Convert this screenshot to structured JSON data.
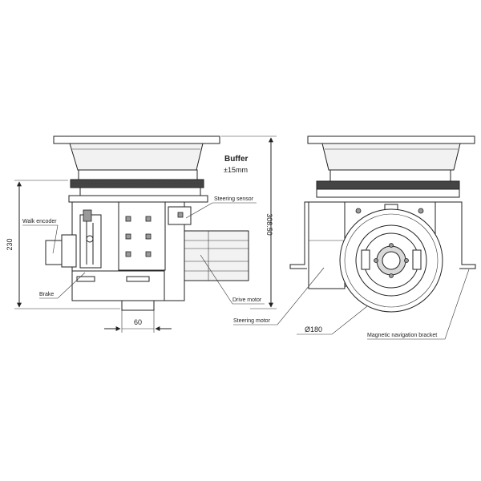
{
  "labels": {
    "buffer_title": "Buffer",
    "buffer_value": "±15mm",
    "walk_encoder": "Walk encoder",
    "brake": "Brake",
    "steering_sensor": "Steering sensor",
    "drive_motor": "Drive motor",
    "steering_motor": "Steering motor",
    "magnetic_bracket": "Magnetic navigation bracket"
  },
  "dimensions": {
    "height_left": "230",
    "height_right": "308.50",
    "width_bottom": "60",
    "diameter": "Ø180"
  },
  "colors": {
    "line": "#222222",
    "light_fill": "#f2f2f2",
    "mid_fill": "#d9d9d9",
    "dark_fill": "#9a9a9a"
  }
}
